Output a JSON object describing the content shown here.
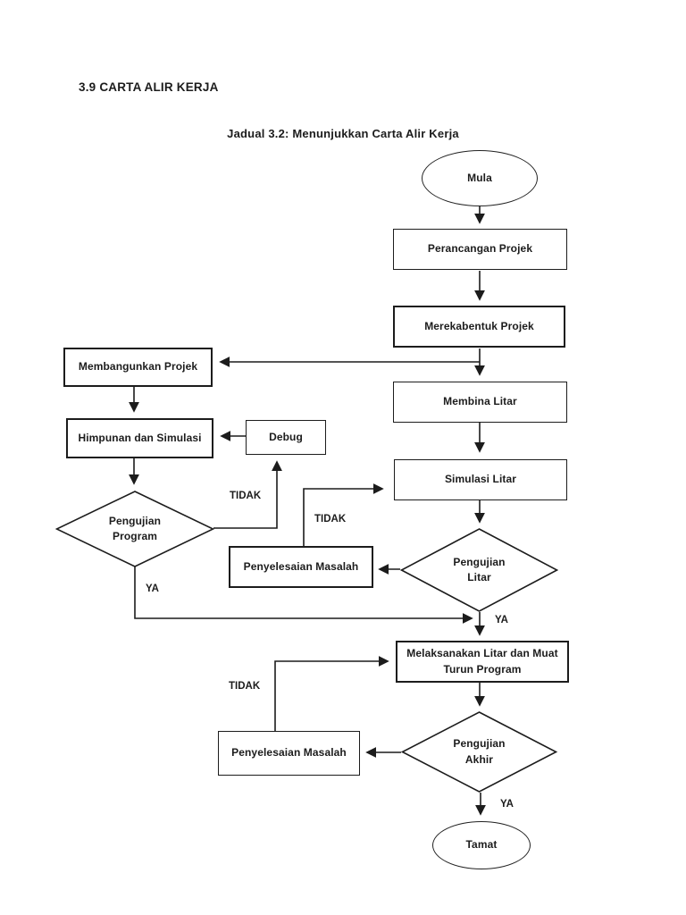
{
  "document": {
    "heading": "3.9 CARTA ALIR KERJA",
    "caption": "Jadual 3.2: Menunjukkan Carta Alir Kerja"
  },
  "colors": {
    "ink": "#1c1c1c",
    "background": "#ffffff"
  },
  "flowchart": {
    "nodes": {
      "mula": {
        "label": "Mula",
        "shape": "oval"
      },
      "perancangan_projek": {
        "label": "Perancangan Projek",
        "shape": "rect"
      },
      "merekabentuk_projek": {
        "label": "Merekabentuk Projek",
        "shape": "rect"
      },
      "membangunkan_projek": {
        "label": "Membangunkan Projek",
        "shape": "rect"
      },
      "himpunan_dan_simulasi": {
        "label": "Himpunan dan Simulasi",
        "shape": "rect"
      },
      "debug": {
        "label": "Debug",
        "shape": "rect"
      },
      "pengujian_program": {
        "line1": "Pengujian",
        "line2": "Program",
        "shape": "diamond"
      },
      "membina_litar": {
        "label": "Membina Litar",
        "shape": "rect"
      },
      "simulasi_litar": {
        "label": "Simulasi Litar",
        "shape": "rect"
      },
      "pengujian_litar": {
        "line1": "Pengujian",
        "line2": "Litar",
        "shape": "diamond"
      },
      "penyelesaian_masalah_1": {
        "label": "Penyelesaian Masalah",
        "shape": "rect"
      },
      "melaksanakan_litar": {
        "label": "Melaksanakan Litar dan Muat Turun Program",
        "shape": "rect"
      },
      "pengujian_akhir": {
        "line1": "Pengujian",
        "line2": "Akhir",
        "shape": "diamond"
      },
      "penyelesaian_masalah_2": {
        "label": "Penyelesaian Masalah",
        "shape": "rect"
      },
      "tamat": {
        "label": "Tamat",
        "shape": "oval"
      }
    },
    "edge_labels": {
      "tidak_program": "TIDAK",
      "tidak_litar": "TIDAK",
      "tidak_akhir": "TIDAK",
      "ya_program": "YA",
      "ya_litar": "YA",
      "ya_akhir": "YA"
    }
  }
}
